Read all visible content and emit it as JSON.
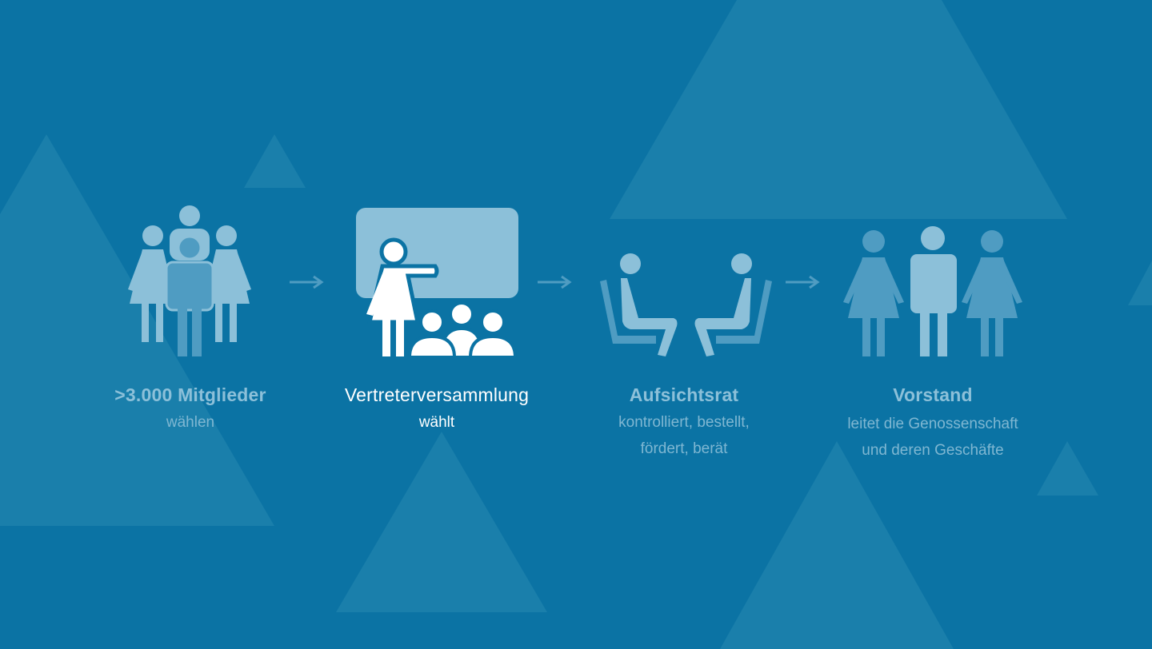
{
  "steps": [
    {
      "title": ">3.000 Mitglieder",
      "lines": [
        "wählen"
      ],
      "icon": "group-of-people-icon"
    },
    {
      "title": "Vertreterversammlung",
      "lines": [
        "wählt"
      ],
      "icon": "presenter-at-board-icon"
    },
    {
      "title": "Aufsichtsrat",
      "lines": [
        "kontrolliert, bestellt,",
        "fördert, berät"
      ],
      "icon": "seated-people-icon"
    },
    {
      "title": "Vorstand",
      "lines": [
        "leitet die Genossenschaft",
        "und deren Geschäfte"
      ],
      "icon": "three-people-standing-icon"
    }
  ],
  "colors": {
    "background": "#0b73a4",
    "triangle": "#1a7fab",
    "icon_dim": "#8cc0d9",
    "icon_dim_dark": "#4f9cc2",
    "active": "#ffffff"
  }
}
